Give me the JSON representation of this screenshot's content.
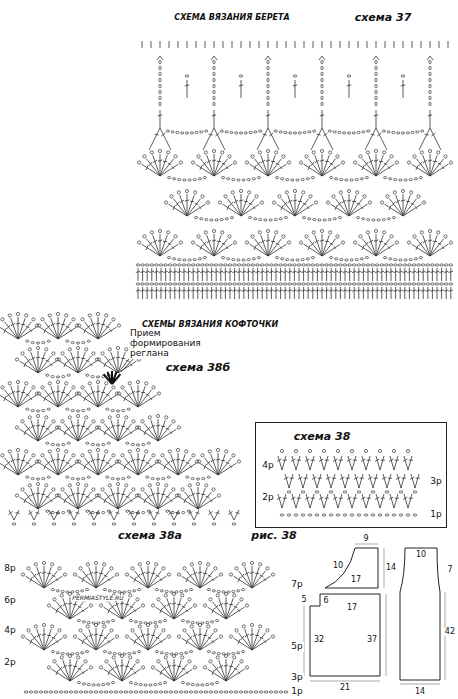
{
  "diagram": {
    "nodes": [
      {
        "text": [
          "схема 38",
          "4р",
          "2р",
          "3р",
          "1р"
        ]
      }
    ],
    "labels": [
      "СХЕМА ВЯЗАНИЯ БЕРЕТА",
      "схема 37",
      "СХЕМЫ ВЯЗАНИЯ КОФТОЧКИ",
      "Прием формирования реглана",
      "схема 38б",
      "схема 38а",
      "рис. 38",
      "8р",
      "6р",
      "4р",
      "2р",
      "7р",
      "5р",
      "3р",
      "1р",
      "PERMIASTYLE.RU",
      "9",
      "10",
      "17",
      "14",
      "6",
      "17",
      "5",
      "32",
      "37",
      "21",
      "10",
      "7",
      "42",
      "14"
    ]
  }
}
